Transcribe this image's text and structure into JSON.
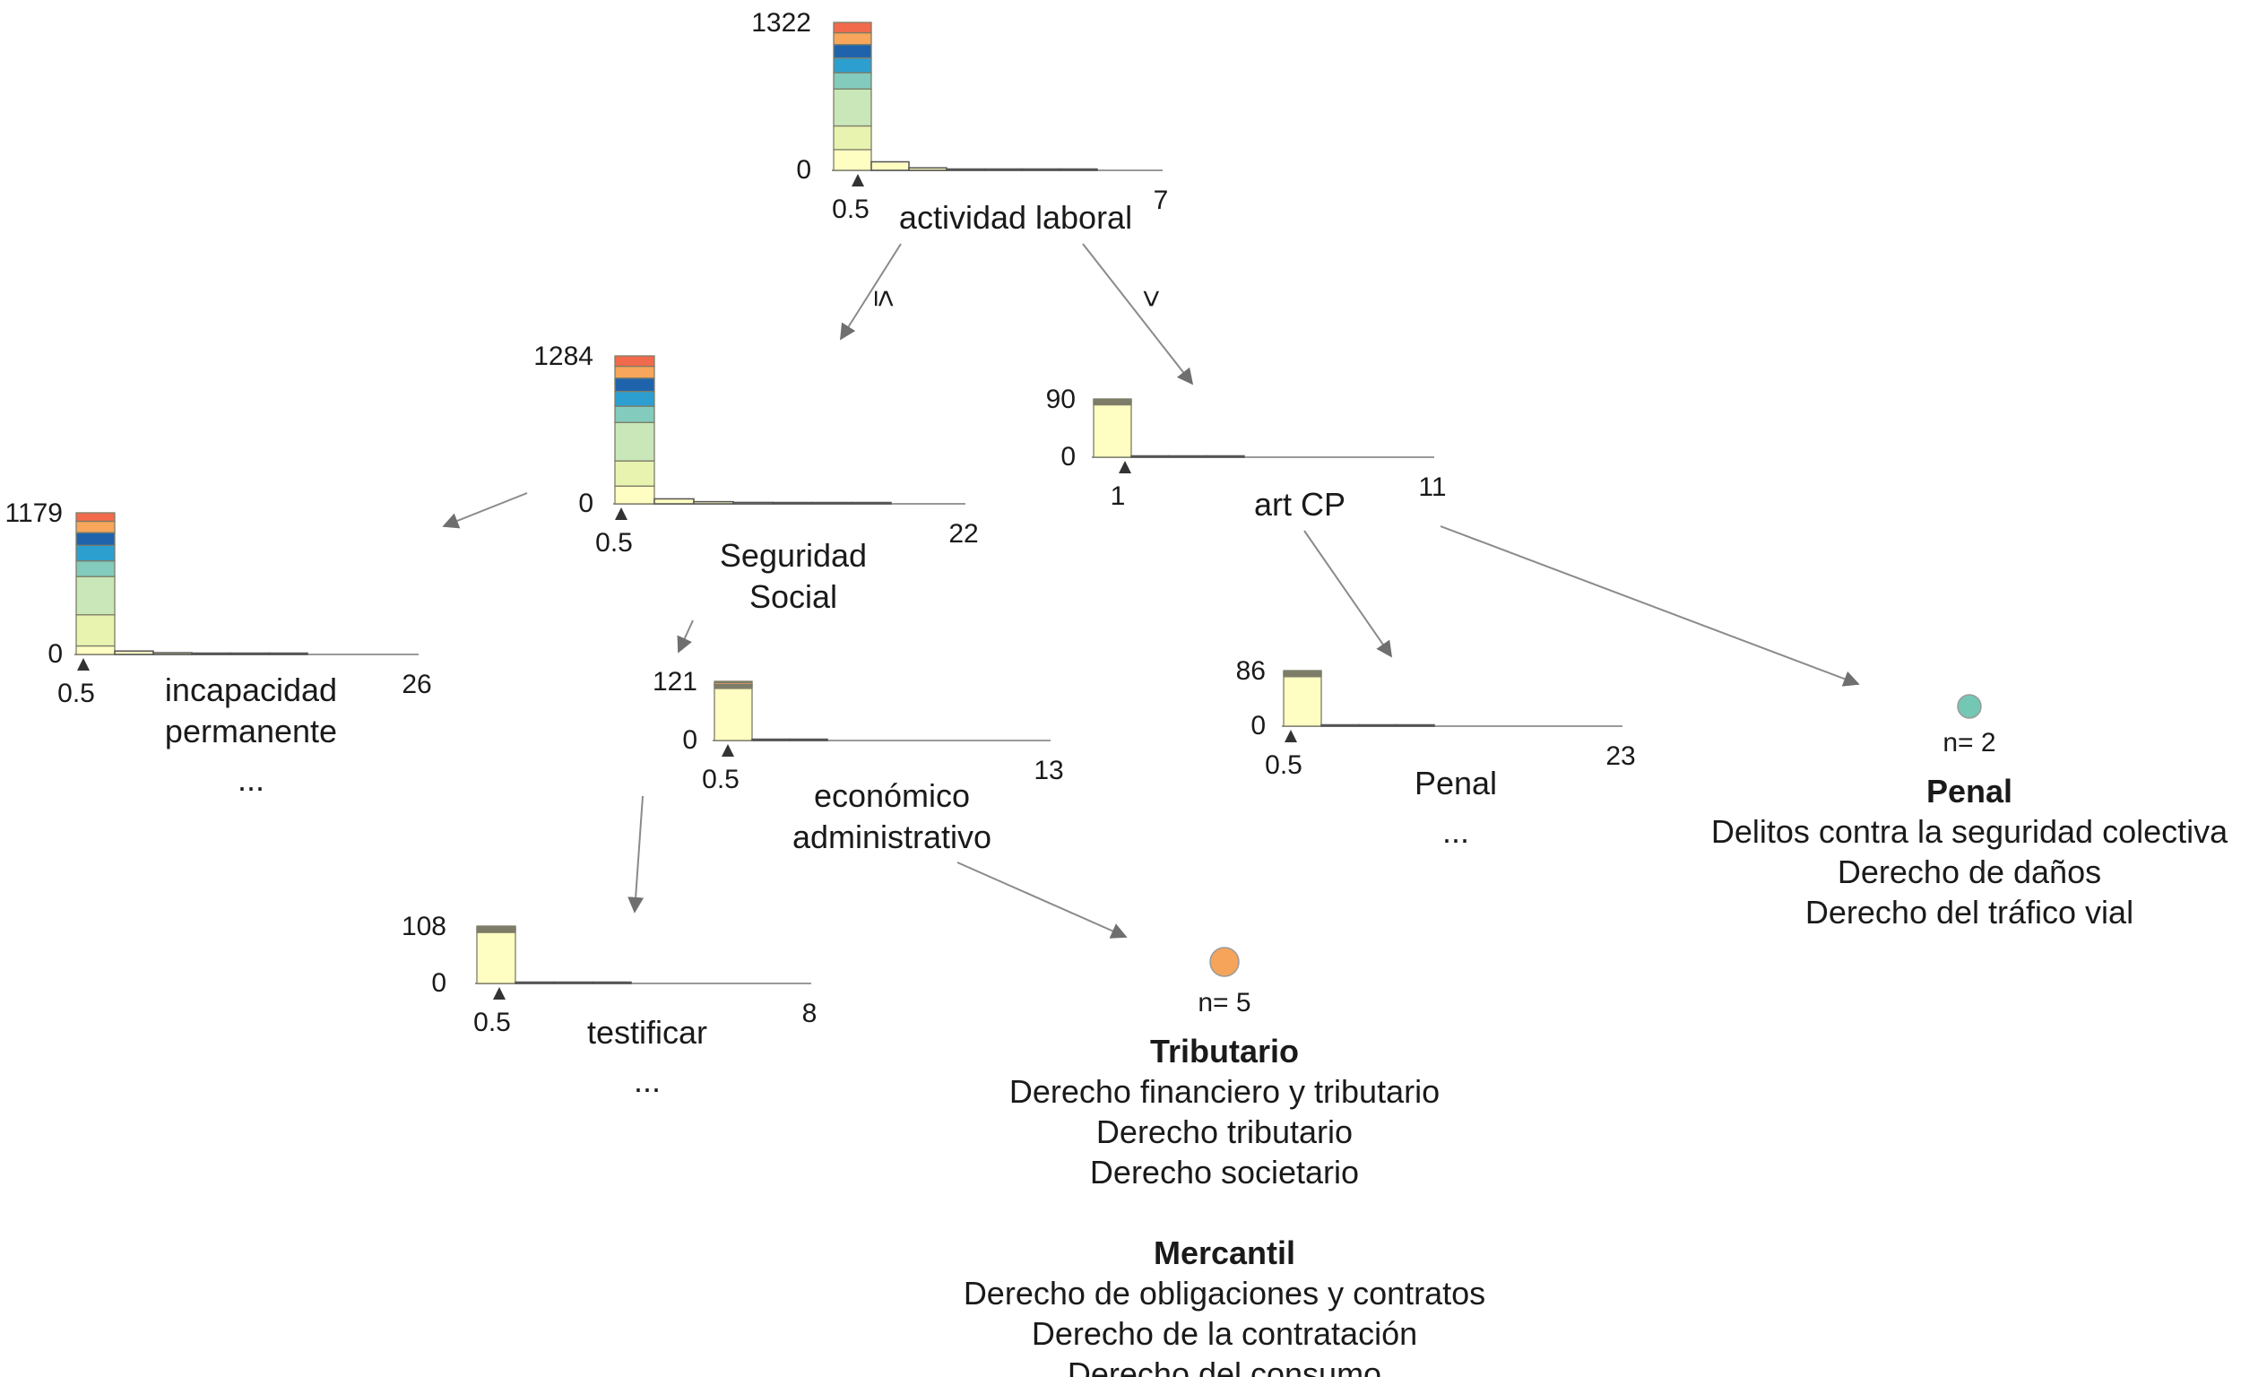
{
  "colors": {
    "stack": [
      "#fefdc2",
      "#e8f3b0",
      "#c9e7b9",
      "#83cbbc",
      "#2c9fd0",
      "#1f63ad",
      "#f7a65b",
      "#f26a4c"
    ],
    "stack_stroke": "#7d7d68",
    "tail": "#555555",
    "edge": "#8a8a8a"
  },
  "nodes": [
    {
      "id": "root",
      "max_label": "1322",
      "zero_label": "0",
      "split_label": "0.5",
      "end_label": "7",
      "feature_lines": [
        "actividad laboral"
      ],
      "ellipsis": "",
      "stack_fractions": [
        0.14,
        0.16,
        0.25,
        0.11,
        0.1,
        0.09,
        0.08,
        0.07
      ],
      "tail_bins": [
        48,
        14,
        6,
        3,
        2,
        1
      ]
    },
    {
      "id": "seguridad",
      "max_label": "1284",
      "zero_label": "0",
      "split_label": "0.5",
      "end_label": "22",
      "feature_lines": [
        "Seguridad",
        "Social"
      ],
      "ellipsis": "",
      "stack_fractions": [
        0.12,
        0.17,
        0.26,
        0.11,
        0.1,
        0.09,
        0.08,
        0.07
      ],
      "tail_bins": [
        28,
        12,
        8,
        6,
        5,
        4
      ]
    },
    {
      "id": "artcp",
      "max_label": "90",
      "zero_label": "0",
      "split_label": "1",
      "end_label": "11",
      "feature_lines": [
        "art CP"
      ],
      "ellipsis": "",
      "stack_fractions": [
        0.9,
        0.02,
        0.02,
        0.01,
        0.01,
        0.01,
        0.02,
        0.01
      ],
      "tail_bins": [
        5,
        2,
        1
      ]
    },
    {
      "id": "incapacidad",
      "max_label": "1179",
      "zero_label": "0",
      "split_label": "0.5",
      "end_label": "26",
      "feature_lines": [
        "incapacidad",
        "permanente"
      ],
      "ellipsis": "...",
      "stack_fractions": [
        0.06,
        0.22,
        0.27,
        0.11,
        0.11,
        0.09,
        0.08,
        0.06
      ],
      "tail_bins": [
        20,
        10,
        6,
        4,
        3
      ]
    },
    {
      "id": "economico",
      "max_label": "121",
      "zero_label": "0",
      "split_label": "0.5",
      "end_label": "13",
      "feature_lines": [
        "económico",
        "administrativo"
      ],
      "ellipsis": "",
      "stack_fractions": [
        0.88,
        0.02,
        0.02,
        0.01,
        0.01,
        0.01,
        0.03,
        0.02
      ],
      "tail_bins": [
        3,
        1
      ]
    },
    {
      "id": "penal",
      "max_label": "86",
      "zero_label": "0",
      "split_label": "0.5",
      "end_label": "23",
      "feature_lines": [
        "Penal"
      ],
      "ellipsis": "...",
      "stack_fractions": [
        0.89,
        0.02,
        0.02,
        0.01,
        0.01,
        0.01,
        0.02,
        0.02
      ],
      "tail_bins": [
        6,
        3,
        1
      ]
    },
    {
      "id": "testificar",
      "max_label": "108",
      "zero_label": "0",
      "split_label": "0.5",
      "end_label": "8",
      "feature_lines": [
        "testificar"
      ],
      "ellipsis": "...",
      "stack_fractions": [
        0.89,
        0.02,
        0.02,
        0.01,
        0.01,
        0.01,
        0.02,
        0.02
      ],
      "tail_bins": [
        4,
        2,
        1
      ]
    }
  ],
  "edges": [
    {
      "from": "root",
      "to": "seguridad",
      "label": "≤"
    },
    {
      "from": "root",
      "to": "artcp",
      "label": ">"
    },
    {
      "from": "seguridad",
      "to": "incapacidad",
      "label": ""
    },
    {
      "from": "seguridad",
      "to": "economico",
      "label": ""
    },
    {
      "from": "artcp",
      "to": "penal",
      "label": ""
    },
    {
      "from": "artcp",
      "to": "leaf_penal",
      "label": ""
    },
    {
      "from": "economico",
      "to": "testificar",
      "label": ""
    },
    {
      "from": "economico",
      "to": "leaf_tributario",
      "label": ""
    }
  ],
  "leaves": [
    {
      "id": "leaf_penal",
      "color": "#74c7b3",
      "n_label": "n= 2",
      "groups": [
        {
          "title": "Penal",
          "lines": [
            "Delitos contra la seguridad colectiva",
            "Derecho de daños",
            "Derecho del tráfico vial"
          ]
        }
      ]
    },
    {
      "id": "leaf_tributario",
      "color": "#f6a45a",
      "n_label": "n= 5",
      "groups": [
        {
          "title": "Tributario",
          "lines": [
            "Derecho financiero y tributario",
            "Derecho tributario",
            "Derecho societario"
          ]
        },
        {
          "title": "Mercantil",
          "lines": [
            "Derecho de obligaciones y contratos",
            "Derecho de la contratación",
            "Derecho del consumo"
          ]
        }
      ]
    }
  ]
}
